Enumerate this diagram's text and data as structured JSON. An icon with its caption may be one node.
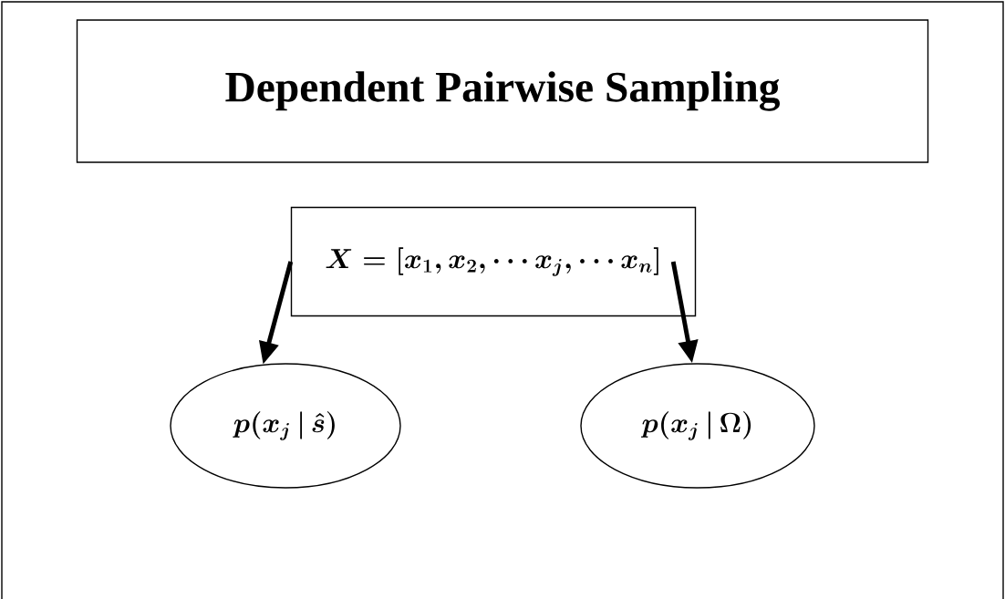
{
  "diagram": {
    "nodes": [
      {
        "text": [
          "Dependent Pairwise Sampling"
        ]
      },
      {
        "text": [
          "X = [x_1, x_2, \\cdots x_j, \\cdots x_n]"
        ]
      },
      {
        "text": [
          "p(x_j \\,|\\, \\hat{s})"
        ]
      },
      {
        "text": [
          "p(x_j \\,|\\, \\Omega)"
        ]
      }
    ],
    "edges": [
      {
        "from": 1,
        "to": 2,
        "arrow": "to"
      },
      {
        "from": 1,
        "to": 3,
        "arrow": "to"
      }
    ]
  }
}
